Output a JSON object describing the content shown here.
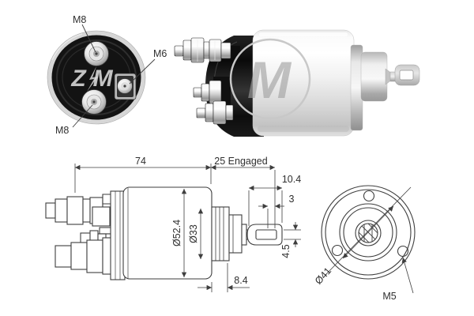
{
  "brand": {
    "front_watermark": "ZM",
    "photo_watermark": "M"
  },
  "front_view": {
    "terminal_top": "M8",
    "terminal_side": "M6",
    "terminal_bottom": "M8"
  },
  "side_drawing": {
    "dims": {
      "body_length": "74",
      "engaged": "25 Engaged",
      "plunger_travel": "10.4",
      "slot_offset": "3",
      "body_diameter": "Ø52.4",
      "collar_diameter": "Ø33",
      "slot_height": "4.5",
      "rear_length": "8.4"
    }
  },
  "rear_view": {
    "dims": {
      "bolt_circle": "Ø41",
      "mount_thread": "M5"
    }
  },
  "colors": {
    "background": "#ffffff",
    "line": "#3e3e3e",
    "text": "#2f2f2f"
  }
}
